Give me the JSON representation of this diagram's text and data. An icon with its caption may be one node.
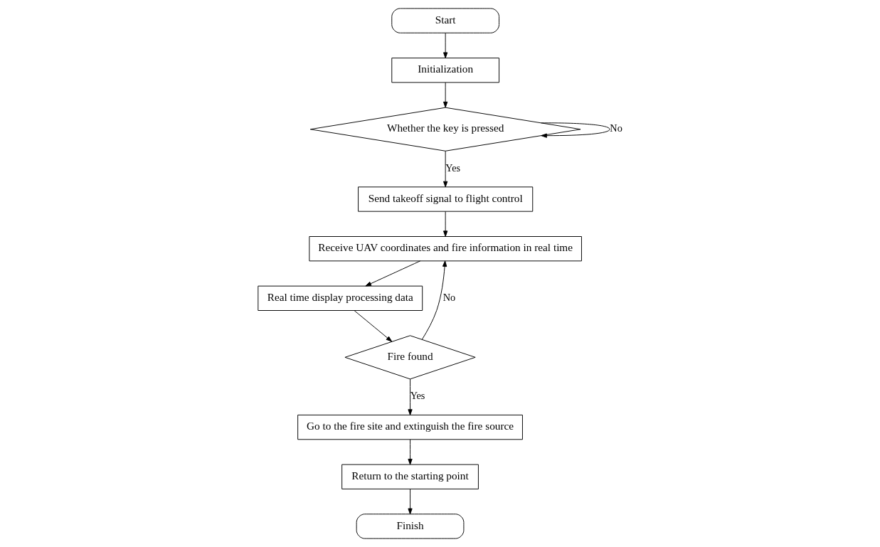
{
  "diagram": {
    "nodes": [
      {
        "text": [
          "Start"
        ]
      },
      {
        "text": [
          "Initialization"
        ]
      },
      {
        "text": [
          "Whether the key is pressed"
        ]
      },
      {
        "text": [
          "Send takeoff signal to flight control"
        ]
      },
      {
        "text": [
          "Receive UAV coordinates and fire information in real time"
        ]
      },
      {
        "text": [
          "Real time display processing data"
        ]
      },
      {
        "text": [
          "Fire found"
        ]
      },
      {
        "text": [
          "Go to the fire site and extinguish the fire source"
        ]
      },
      {
        "text": [
          "Return to the starting point"
        ]
      },
      {
        "text": [
          "Finish"
        ]
      }
    ],
    "edges": [
      {
        "from": 0,
        "to": 1,
        "arrow": "to"
      },
      {
        "from": 1,
        "to": 2,
        "arrow": "to"
      },
      {
        "from": 2,
        "to": 2,
        "label": "No",
        "arrow": "to"
      },
      {
        "from": 2,
        "to": 3,
        "label": "Yes",
        "arrow": "to"
      },
      {
        "from": 3,
        "to": 4,
        "arrow": "to"
      },
      {
        "from": 4,
        "to": 5,
        "arrow": "to"
      },
      {
        "from": 5,
        "to": 6,
        "arrow": "to"
      },
      {
        "from": 6,
        "to": 4,
        "label": "No",
        "arrow": "to"
      },
      {
        "from": 6,
        "to": 7,
        "label": "Yes",
        "arrow": "to"
      },
      {
        "from": 7,
        "to": 8,
        "arrow": "to"
      },
      {
        "from": 8,
        "to": 9,
        "arrow": "to"
      }
    ]
  }
}
